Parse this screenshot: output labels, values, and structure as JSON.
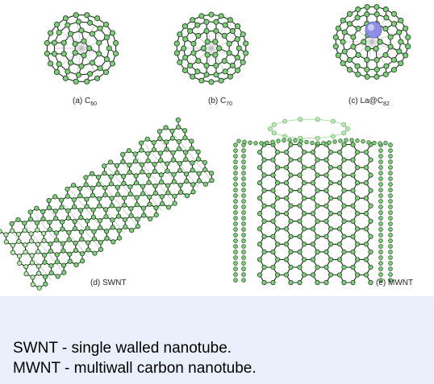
{
  "figure": {
    "panels": [
      {
        "id": "a",
        "prefix": "(a) C",
        "sub": "60"
      },
      {
        "id": "b",
        "prefix": "(b) C",
        "sub": "70"
      },
      {
        "id": "c",
        "prefix": "(c) La@C",
        "sub": "82"
      },
      {
        "id": "d",
        "prefix": "(d) SWNT",
        "sub": ""
      },
      {
        "id": "e",
        "prefix": "(e) MWNT",
        "sub": ""
      }
    ],
    "colors": {
      "atom_fill": "#7ed07a",
      "atom_stroke": "#1f4a1c",
      "bond": "#2a2a2a",
      "back_bond": "#bdbdbd",
      "la_atom": "#8f8fe6",
      "faded_atom": "#b6ecb0"
    }
  },
  "legend": {
    "line1": "SWNT - single walled nanotube.",
    "line2": "MWNT - multiwall carbon nanotube."
  }
}
